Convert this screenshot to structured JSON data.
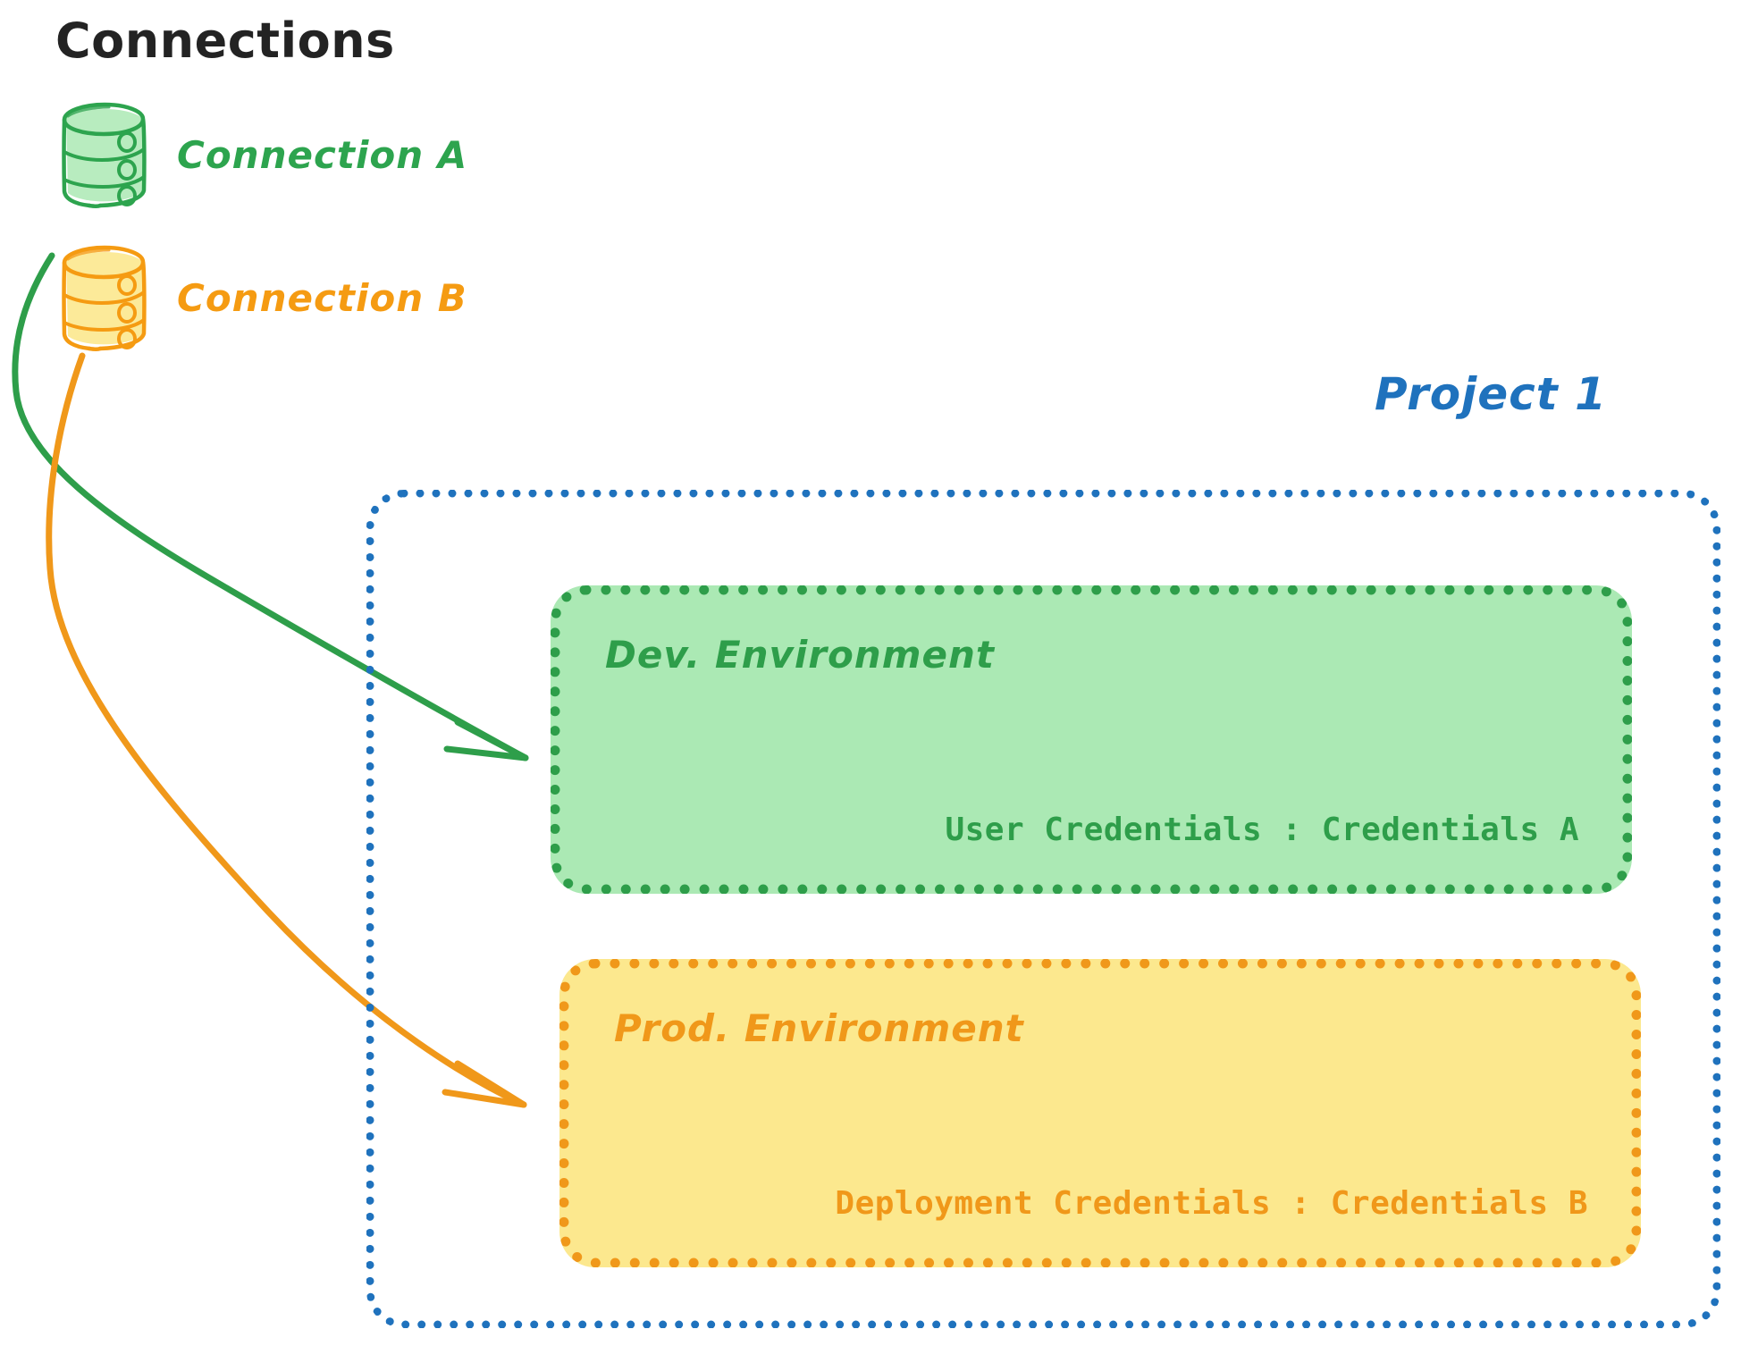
{
  "page": {
    "title": "Connections"
  },
  "connections": {
    "heading": "Connections",
    "items": [
      {
        "id": "connection-a",
        "label": "Connection A",
        "icon": "database-cylinder-icon",
        "color": "#2DA44E",
        "fill": "#ABE9B4"
      },
      {
        "id": "connection-b",
        "label": "Connection B",
        "icon": "database-cylinder-icon",
        "color": "#F59B12",
        "fill": "#FCE88E"
      }
    ]
  },
  "project": {
    "label": "Project 1",
    "color": "#1F72BD",
    "environments": [
      {
        "id": "dev-environment",
        "title": "Dev. Environment",
        "credential_label": "User Credentials",
        "credential_value": "Credentials A",
        "credential_text": "User Credentials : Credentials A",
        "border_color": "#2E9E4A",
        "fill_color": "#ABE9B4"
      },
      {
        "id": "prod-environment",
        "title": "Prod. Environment",
        "credential_label": "Deployment Credentials",
        "credential_value": "Credentials B",
        "credential_text": "Deployment Credentials : Credentials B",
        "border_color": "#F0981A",
        "fill_color": "#FCE88E"
      }
    ]
  },
  "arrows": [
    {
      "id": "arrow-connection-a-to-dev",
      "from": "connection-a",
      "to": "dev-environment",
      "color": "#2E9E4A"
    },
    {
      "id": "arrow-connection-b-to-prod",
      "from": "connection-b",
      "to": "prod-environment",
      "color": "#F0981A"
    }
  ]
}
